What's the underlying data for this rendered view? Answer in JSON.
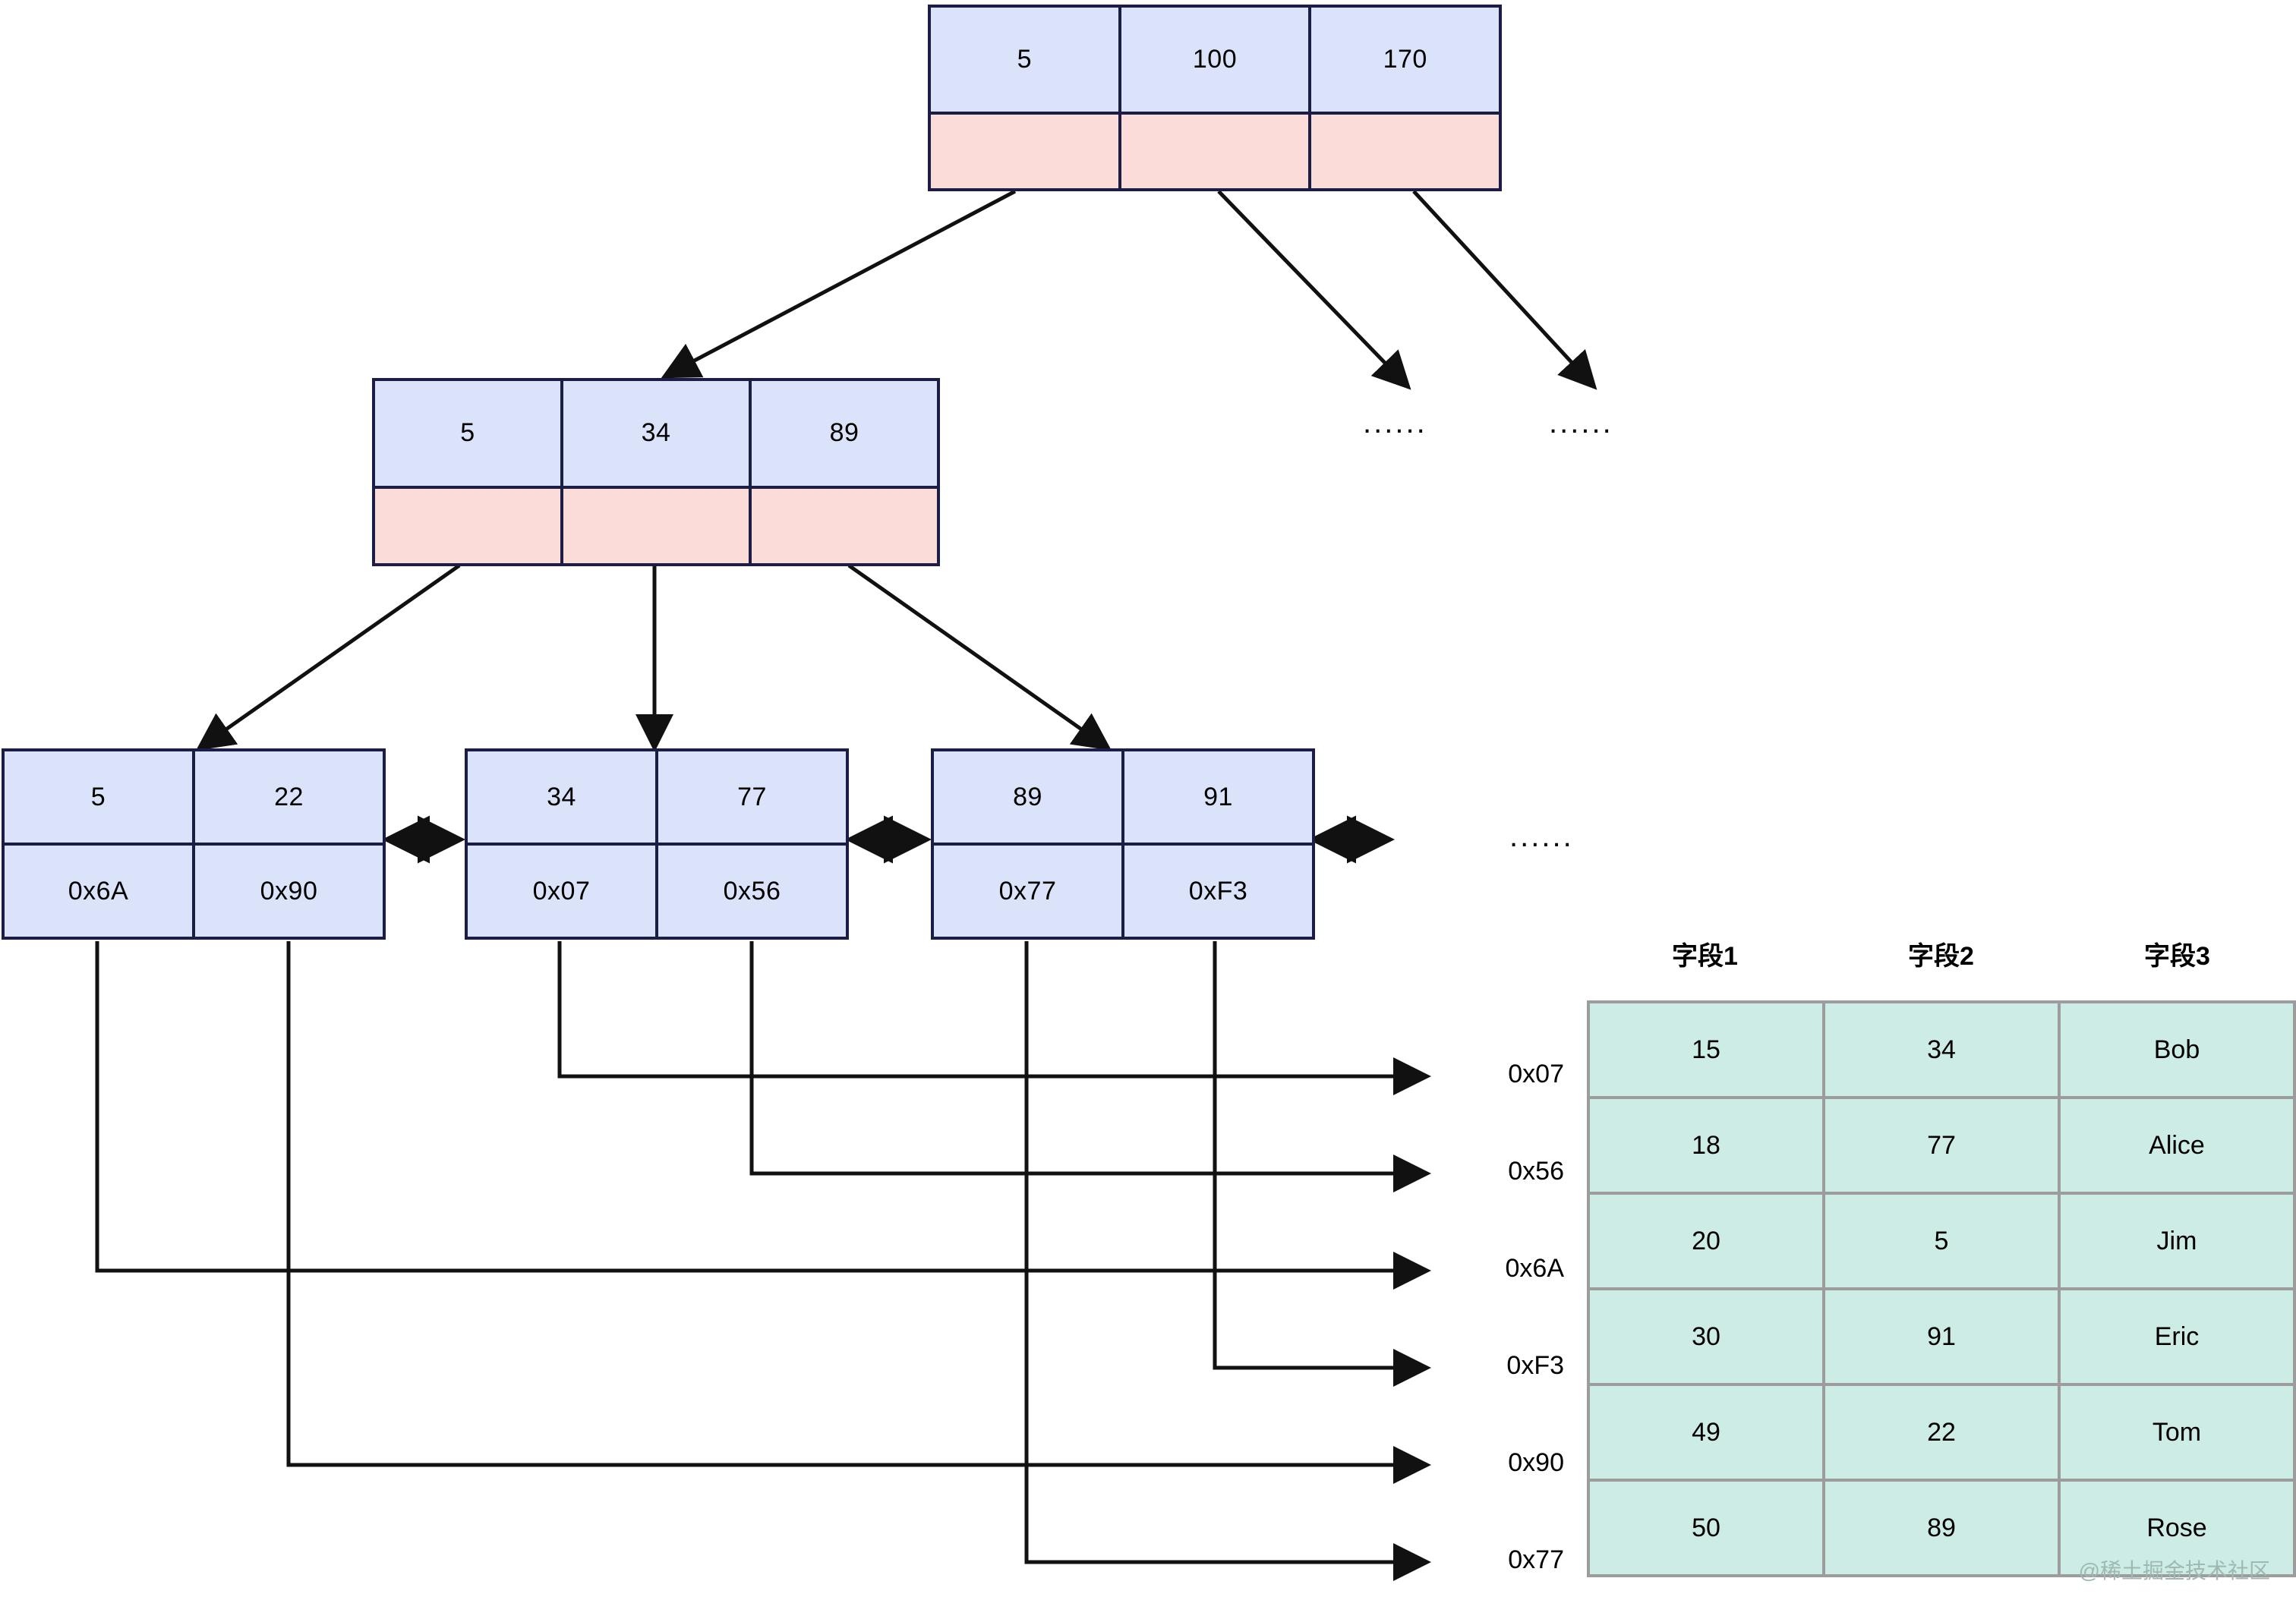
{
  "diagram": {
    "title": "B+Tree index structure with clustered record table",
    "colors": {
      "key_cell_fill": "#dae3fa",
      "pointer_cell_fill": "#fcdcd9",
      "node_border": "#1b1d44",
      "table_fill": "#cdece5",
      "table_border": "#9c9c9c",
      "connector": "#000000",
      "background": "#ffffff"
    }
  },
  "root_node": {
    "keys": [
      "5",
      "100",
      "170"
    ],
    "pointers": [
      "",
      "",
      ""
    ]
  },
  "internal_node": {
    "keys": [
      "5",
      "34",
      "89"
    ],
    "pointers": [
      "",
      "",
      ""
    ]
  },
  "leaf_nodes": [
    {
      "keys": [
        "5",
        "22"
      ],
      "pointers": [
        "0x6A",
        "0x90"
      ]
    },
    {
      "keys": [
        "34",
        "77"
      ],
      "pointers": [
        "0x07",
        "0x56"
      ]
    },
    {
      "keys": [
        "89",
        "91"
      ],
      "pointers": [
        "0x77",
        "0xF3"
      ]
    }
  ],
  "ellipses": {
    "root_child_3": "......",
    "root_child_4": "......",
    "leaf_next": "......"
  },
  "record_table": {
    "column_headers": [
      "字段1",
      "字段2",
      "字段3"
    ],
    "row_labels": [
      "0x07",
      "0x56",
      "0x6A",
      "0xF3",
      "0x90",
      "0x77"
    ],
    "rows": [
      [
        "15",
        "34",
        "Bob"
      ],
      [
        "18",
        "77",
        "Alice"
      ],
      [
        "20",
        "5",
        "Jim"
      ],
      [
        "30",
        "91",
        "Eric"
      ],
      [
        "49",
        "22",
        "Tom"
      ],
      [
        "50",
        "89",
        "Rose"
      ]
    ]
  },
  "watermark": {
    "text": "@稀土掘金技术社区"
  }
}
